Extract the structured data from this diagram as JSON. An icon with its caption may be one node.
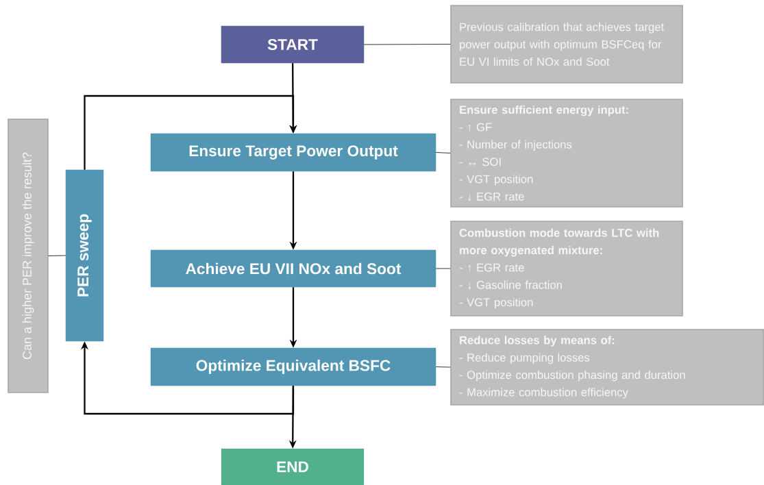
{
  "diagram": {
    "nodes": [
      {
        "text": [
          "START"
        ]
      },
      {
        "text": [
          "Ensure Target Power Output"
        ]
      },
      {
        "text": [
          "Achieve EU VII NOx and Soot"
        ]
      },
      {
        "text": [
          "Optimize Equivalent BSFC"
        ]
      },
      {
        "text": [
          "END"
        ]
      },
      {
        "text": [
          "PER sweep"
        ]
      },
      {
        "text": [
          "Previous calibration that achieves target power output with optimum BSFCeq for EU VI limits of NOx and Soot"
        ]
      },
      {
        "text": [
          "Ensure sufficient energy input:",
          "- ↑ GF",
          "- Number of injections",
          "- ↔ SOI",
          "- VGT position",
          "- ↓ EGR rate"
        ]
      },
      {
        "text": [
          "Combustion mode towards LTC with more oxygenated mixture:",
          "- ↑ EGR rate",
          "- ↓ Gasoline fraction",
          "- VGT position"
        ]
      },
      {
        "text": [
          "Reduce losses by means of:",
          "- Reduce pumping losses",
          "- Optimize combustion phasing and duration",
          "- Maximize combustion efficiency"
        ]
      },
      {
        "text": [
          "Can a higher PER improve the result?"
        ]
      }
    ],
    "edges": [
      {
        "from": 0,
        "to": 1,
        "arrow": "to"
      },
      {
        "from": 1,
        "to": 2,
        "arrow": "to"
      },
      {
        "from": 2,
        "to": 3,
        "arrow": "to"
      },
      {
        "from": 3,
        "to": 4,
        "arrow": "to"
      },
      {
        "from": 3,
        "to": 5,
        "arrow": "to"
      },
      {
        "from": 5,
        "to": 1,
        "arrow": "to"
      },
      {
        "from": 6,
        "to": 0,
        "arrow": "none"
      },
      {
        "from": 7,
        "to": 1,
        "arrow": "none"
      },
      {
        "from": 8,
        "to": 2,
        "arrow": "none"
      },
      {
        "from": 9,
        "to": 3,
        "arrow": "none"
      },
      {
        "from": 10,
        "to": 5,
        "arrow": "none"
      }
    ]
  }
}
